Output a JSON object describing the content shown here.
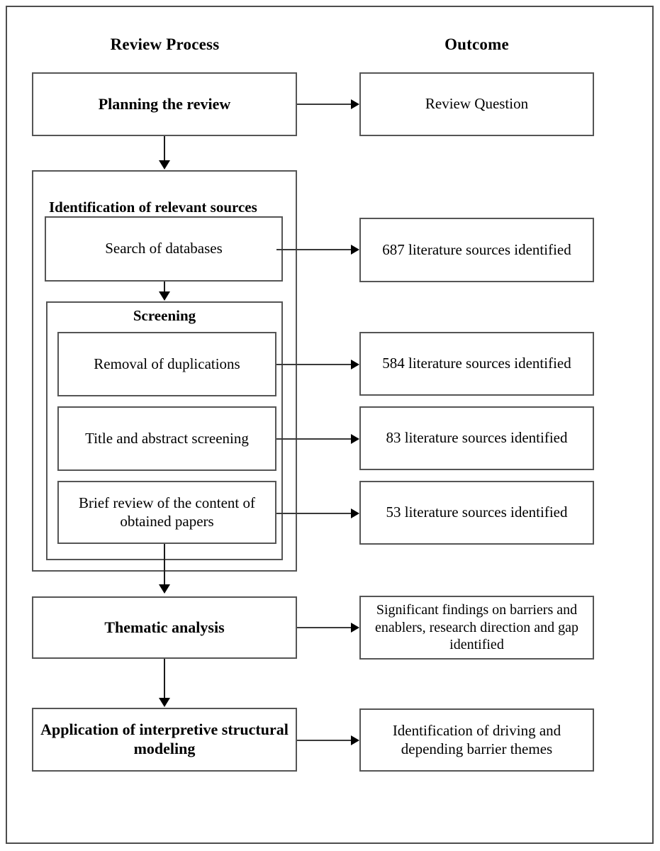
{
  "figure": {
    "type": "flowchart",
    "columns": [
      {
        "id": "review-process",
        "heading": "Review Process"
      },
      {
        "id": "outcome",
        "heading": "Outcome"
      }
    ]
  },
  "process": {
    "planning": "Planning the review",
    "identification_group": "Identification of relevant sources",
    "search_databases": "Search of databases",
    "screening_group": "Screening",
    "removal_duplications": "Removal of duplications",
    "title_abstract": "Title and abstract screening",
    "brief_review": "Brief review of the content of obtained papers",
    "thematic_analysis": "Thematic analysis",
    "ism": "Application of interpretive structural modeling"
  },
  "outcomes": {
    "review_question": "Review Question",
    "sources_687": "687 literature sources  identified",
    "sources_584": "584 literature sources  identified",
    "sources_83": "83  literature sources  identified",
    "sources_53": "53 literature sources  identified",
    "thematic_findings": "Significant findings on barriers and enablers, research direction and gap identified",
    "ism_result": "Identification of driving and depending barrier themes"
  },
  "counts": {
    "initial_sources": 687,
    "after_duplicate_removal": 584,
    "after_title_abstract_screening": 83,
    "after_brief_content_review": 53
  },
  "colors": {
    "box_border": "#555555",
    "frame_border": "#4d4d4d",
    "connector": "#1a1a1a",
    "background": "#ffffff",
    "text": "#000000"
  }
}
